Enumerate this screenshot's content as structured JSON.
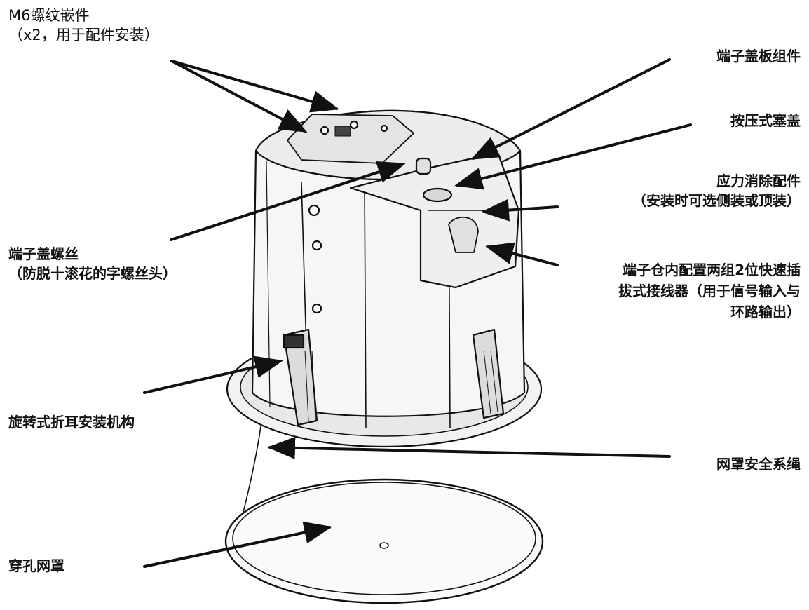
{
  "colors": {
    "line": "#111111",
    "body_fill": "#f4f4f4",
    "shade": "#dcdcdc"
  },
  "labels": {
    "m6_insert": [
      "M6螺纹嵌件",
      "（x2，用于配件安装）"
    ],
    "terminal_cover_assembly": [
      "端子盖板组件"
    ],
    "push_plug": [
      "按压式塞盖"
    ],
    "strain_relief": [
      "应力消除配件",
      "（安装时可选侧装或顶装）"
    ],
    "terminal_screw": [
      "端子盖螺丝",
      "（防脱十滚花的字螺丝头）"
    ],
    "connectors": [
      "端子仓内配置两组2位快速插",
      "拔式接线器（用于信号输入与",
      "环路输出）"
    ],
    "rotary_ear": [
      "旋转式折耳安装机构"
    ],
    "safety_cord": [
      "网罩安全系绳"
    ],
    "grille": [
      "穿孔网罩"
    ]
  }
}
